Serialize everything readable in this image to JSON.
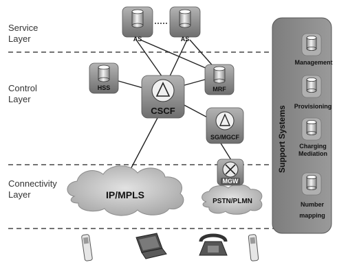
{
  "layers": {
    "service": [
      "Service",
      "Layer"
    ],
    "control": [
      "Control",
      "Layer"
    ],
    "connectivity": [
      "Connectivity",
      "Layer"
    ]
  },
  "nodes": {
    "as1": "AS",
    "as2": "AS",
    "hss": "HSS",
    "cscf": "CSCF",
    "mrf": "MRF",
    "sgmgcf": "SG/MGCF",
    "mgw_badge": "MGW",
    "ip_mpls": "IP/MPLS",
    "pstn_plmn": "PSTN/PLMN"
  },
  "support_systems": {
    "title": "Support Systems",
    "items": [
      {
        "label_lines": [
          "Management"
        ]
      },
      {
        "label_lines": [
          "Provisioning"
        ]
      },
      {
        "label_lines": [
          "Charging",
          "Mediation"
        ]
      },
      {
        "label_lines": [
          "Number",
          "mapping"
        ]
      }
    ]
  },
  "devices": [
    "mobile-phone",
    "laptop",
    "desk-phone",
    "mobile-phone"
  ]
}
